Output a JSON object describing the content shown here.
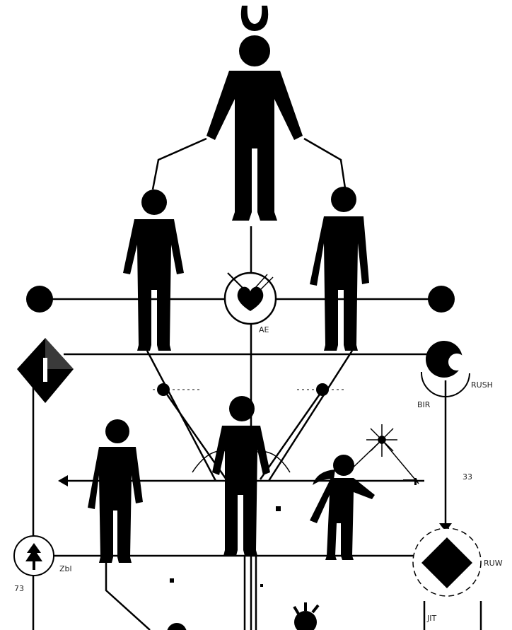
{
  "labels": {
    "center_badge": "AE",
    "right_top": "RUSH",
    "right_top_sub": "BIR",
    "right_bottom": "RUW",
    "left_bottom": "Zbl",
    "left_bottom_sub": "73",
    "bottom_right": "JIT",
    "mid_right": "33"
  },
  "colors": {
    "ink": "#000000",
    "background": "#ffffff",
    "diamond_shade": "#3a3a3a"
  }
}
